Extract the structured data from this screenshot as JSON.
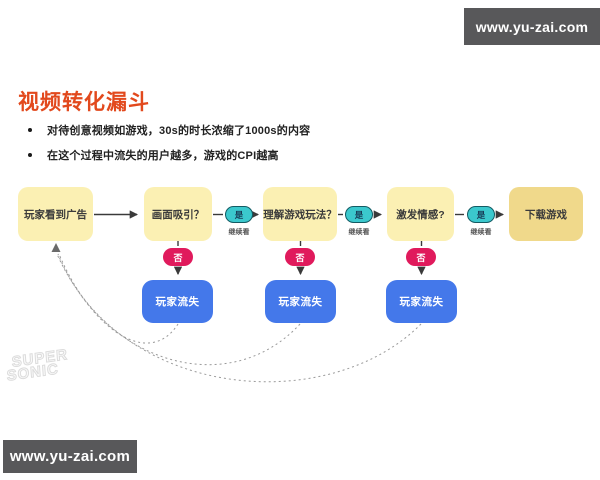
{
  "banner_top": {
    "url": "www.yu-zai.com"
  },
  "banner_bottom": {
    "url": "www.yu-zai.com"
  },
  "title": "视频转化漏斗",
  "bullets": [
    "对待创意视频如游戏，30s的时长浓缩了1000s的内容",
    "在这个过程中流失的用户越多，游戏的CPI越高"
  ],
  "flow": {
    "stages": [
      {
        "label": "玩家看到广告"
      },
      {
        "label": "画面吸引？"
      },
      {
        "label": "理解游戏玩法？"
      },
      {
        "label": "激发情感?"
      },
      {
        "label": "下载游戏"
      }
    ],
    "yes_label": "是",
    "yes_sublabel": "继续看",
    "no_label": "否",
    "loss_label": "玩家流失"
  },
  "watermark": {
    "line1": "SUPER",
    "line2": "SONIC"
  },
  "colors": {
    "accent": "#E2491D",
    "stage_fill": "#FBF0B3",
    "final_fill": "#F0D98B",
    "yes_fill": "#3BC8CD",
    "yes_border": "#135B63",
    "yes_text": "#173A56",
    "no_fill": "#E01A5C",
    "loss_fill": "#4478EA",
    "bar_bg": "#58585A",
    "connector": "#3A3A3A",
    "dashed_line": "#9A9A9A"
  }
}
